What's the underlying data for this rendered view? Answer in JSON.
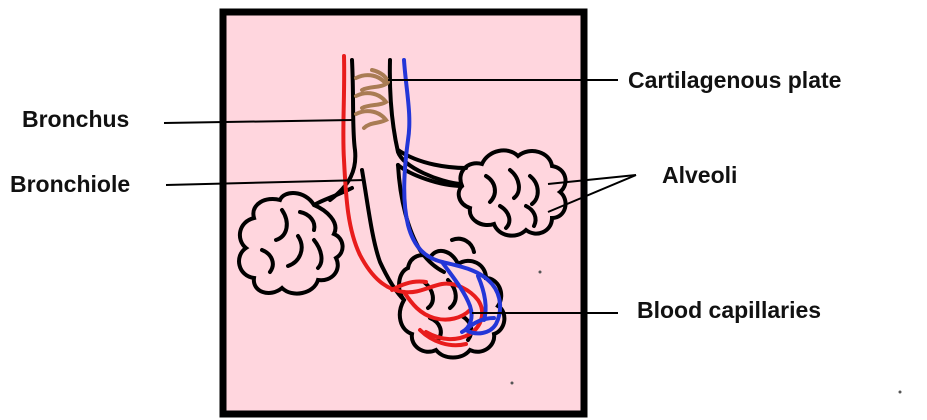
{
  "labels": {
    "bronchus": "Bronchus",
    "bronchiole": "Bronchiole",
    "cartilage": "Cartilagenous plate",
    "alveoli": "Alveoli",
    "capillaries": "Blood capillaries"
  },
  "colors": {
    "panel_fill": "#ffd6de",
    "frame": "#000000",
    "artery": "#e81c1c",
    "vein": "#2436d8",
    "cartilage": "#a97c54"
  }
}
